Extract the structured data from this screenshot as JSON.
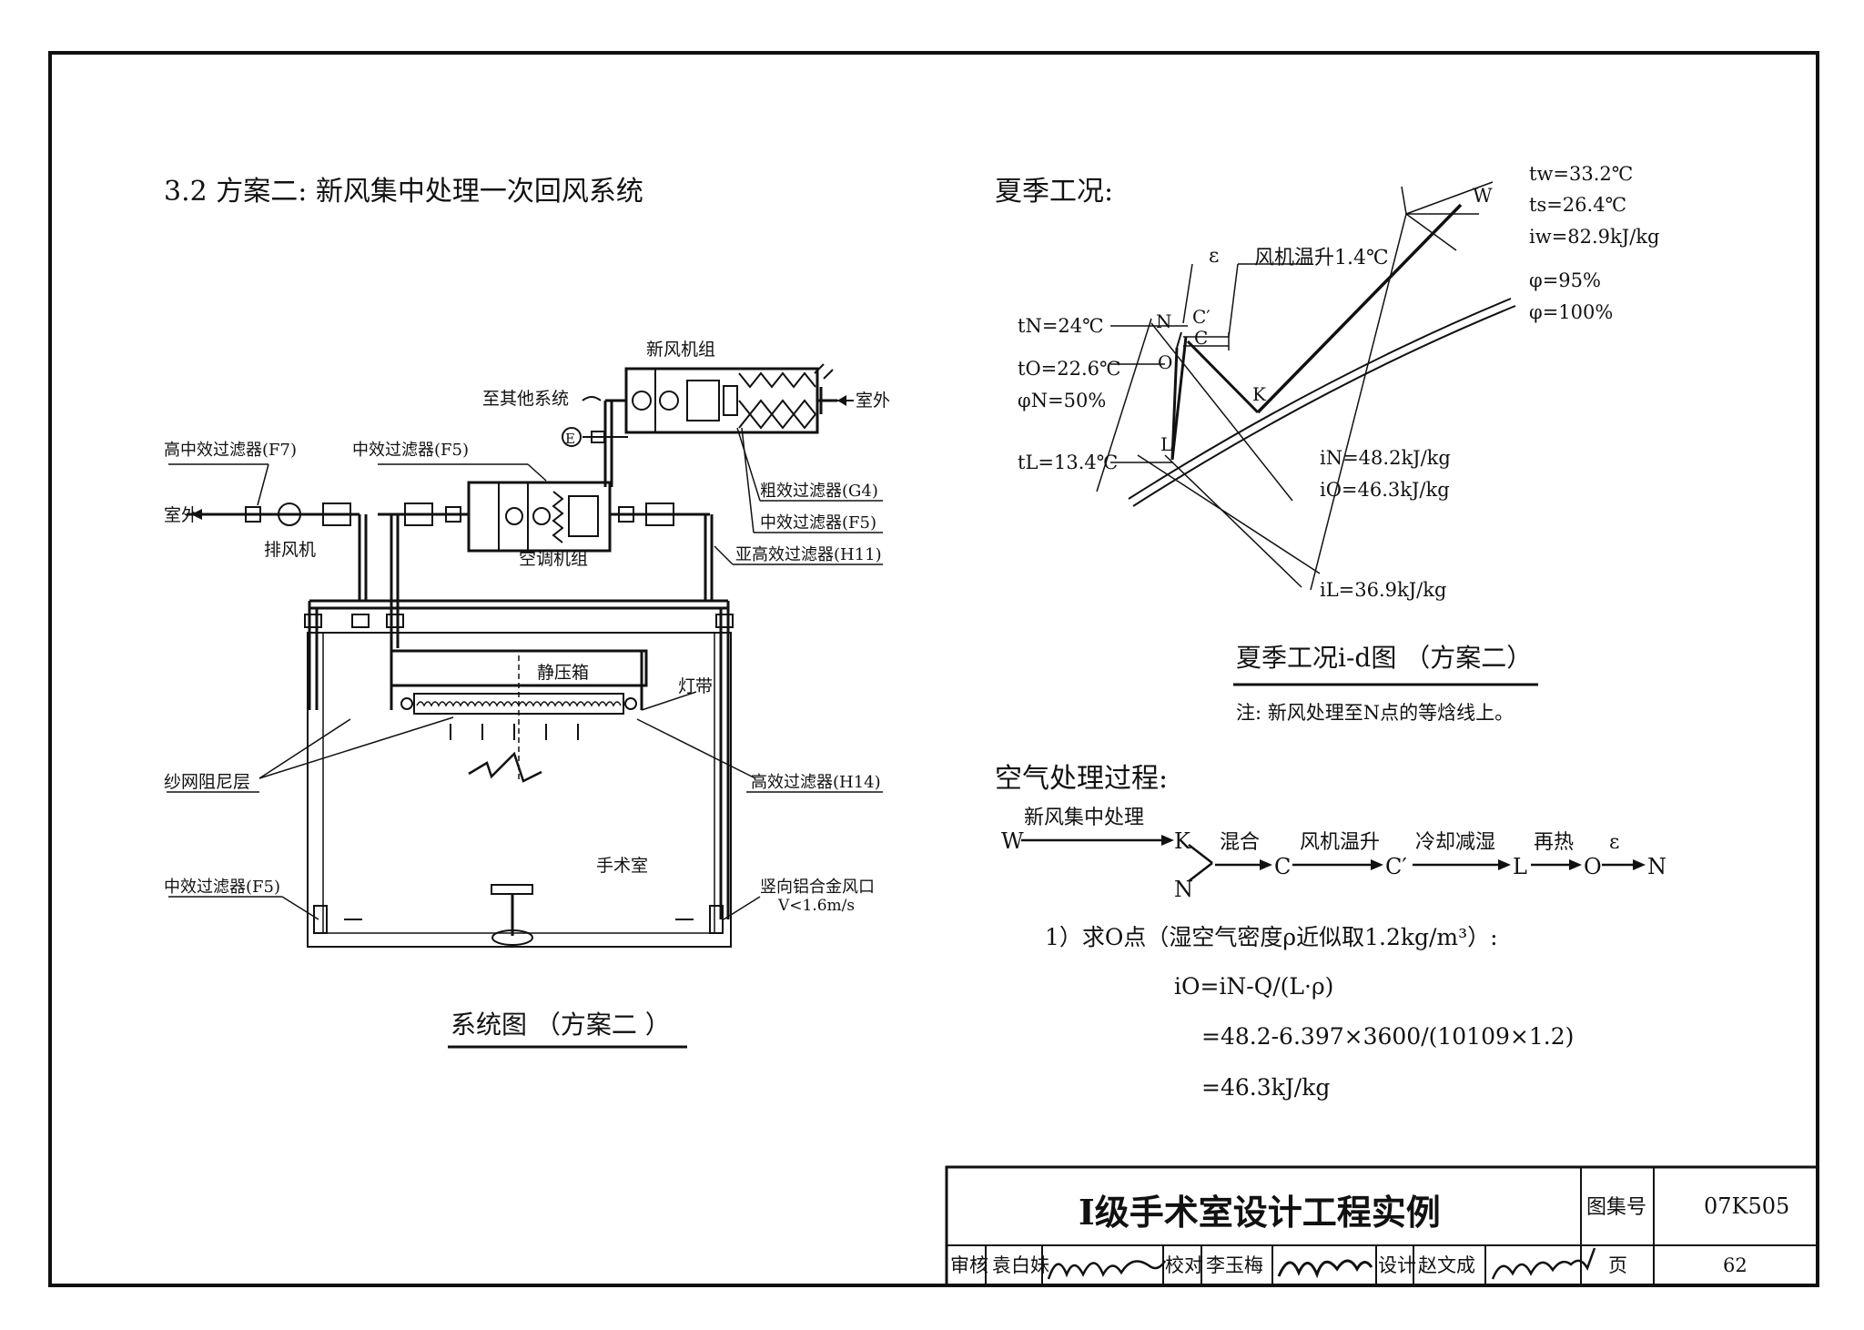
{
  "section_title": "3.2 方案二:   新风集中处理一次回风系统",
  "system_diagram": {
    "caption": "系统图 （方案二 ）",
    "fresh_air_unit": "新风机组",
    "to_other_systems": "至其他系统",
    "outdoor_right": "室外",
    "outdoor_left": "室外",
    "high_mid_filter": "高中效过滤器(F7)",
    "mid_filter_f5_top": "中效过滤器(F5)",
    "exhaust_fan": "排风机",
    "ahu": "空调机组",
    "coarse_filter": "粗效过滤器(G4)",
    "mid_filter_f5_right": "中效过滤器(F5)",
    "sub_hepa": "亚高效过滤器(H11)",
    "plenum_box": "静压箱",
    "light_strip": "灯带",
    "damping_layer": "纱网阻尼层",
    "hepa": "高效过滤器(H14)",
    "operating_room": "手术室",
    "mid_filter_f5_bottom": "中效过滤器(F5)",
    "grille": "竖向铝合金风口",
    "grille_velocity": "V<1.6m/s",
    "e_symbol": "E"
  },
  "summer": {
    "heading": "夏季工况:",
    "caption": "夏季工况i-d图 （方案二）",
    "note": "注: 新风处理至N点的等焓线上。",
    "labels": {
      "tw": "tw=33.2℃",
      "ts": "ts=26.4℃",
      "iw": "iw=82.9kJ/kg",
      "phi95": "φ=95%",
      "phi100": "φ=100%",
      "fan_rise": "风机温升1.4℃",
      "epsilon": "ε",
      "tn": "tN=24℃",
      "to": "tO=22.6℃",
      "phin": "φN=50%",
      "tl": "tL=13.4℃",
      "in": "iN=48.2kJ/kg",
      "io": "iO=46.3kJ/kg",
      "il": "iL=36.9kJ/kg",
      "W": "W",
      "N": "N",
      "C_prime": "C′",
      "C": "C",
      "O": "O",
      "K": "K",
      "L": "L"
    }
  },
  "process": {
    "heading": "空气处理过程:",
    "w": "W",
    "fresh_treat": "新风集中处理",
    "k": "K",
    "n": "N",
    "mix": "混合",
    "c": "C",
    "fan_rise": "风机温升",
    "c_prime": "C′",
    "cool_dehum": "冷却减湿",
    "l": "L",
    "reheat": "再热",
    "o": "O",
    "epsilon": "ε",
    "n_end": "N",
    "step1": "1）求O点（湿空气密度ρ近似取1.2kg/m³）:",
    "eq1": "iO=iN-Q/(L·ρ)",
    "eq2": "=48.2-6.397×3600/(10109×1.2)",
    "eq3": "=46.3kJ/kg"
  },
  "title_block": {
    "title": "Ⅰ级手术室设计工程实例",
    "atlas_label": "图集号",
    "atlas_no": "07K505",
    "review_label": "审核",
    "reviewer": "袁白妹",
    "check_label": "校对",
    "checker": "李玉梅",
    "design_label": "设计",
    "designer": "赵文成",
    "page_label": "页",
    "page_no": "62"
  }
}
